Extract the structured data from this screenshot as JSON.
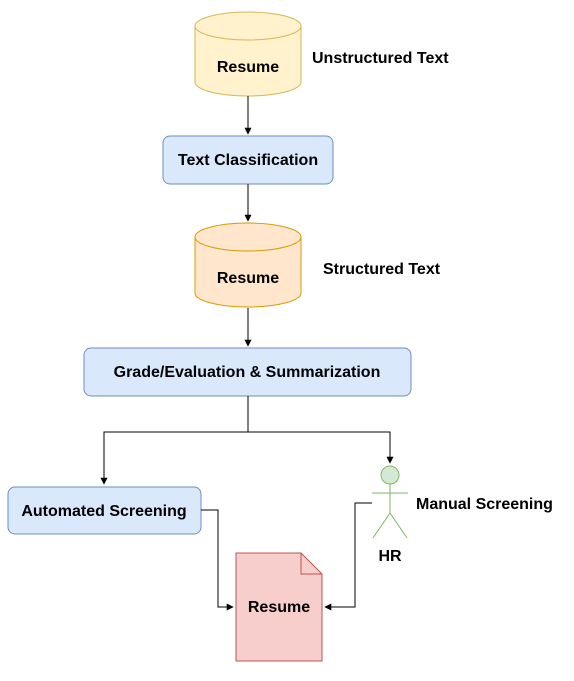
{
  "nodes": {
    "db_unstructured": {
      "label": "Resume",
      "caption": "Unstructured Text"
    },
    "text_classification": {
      "label": "Text Classification"
    },
    "db_structured": {
      "label": "Resume",
      "caption": "Structured Text"
    },
    "grade_eval": {
      "label": "Grade/Evaluation & Summarization"
    },
    "automated_screening": {
      "label": "Automated Screening"
    },
    "hr_actor": {
      "label": "HR",
      "caption": "Manual Screening"
    },
    "resume_document": {
      "label": "Resume"
    }
  },
  "colors": {
    "db_unstructured_fill": "#fff2cc",
    "db_unstructured_stroke": "#d6b656",
    "db_structured_fill": "#ffe6cc",
    "db_structured_stroke": "#d79b00",
    "process_fill": "#dae8fc",
    "process_stroke": "#6c8ebf",
    "actor_fill": "#d5e8d4",
    "actor_stroke": "#82b366",
    "document_fill": "#f8cecc",
    "document_stroke": "#b85450",
    "edge": "#000000"
  }
}
